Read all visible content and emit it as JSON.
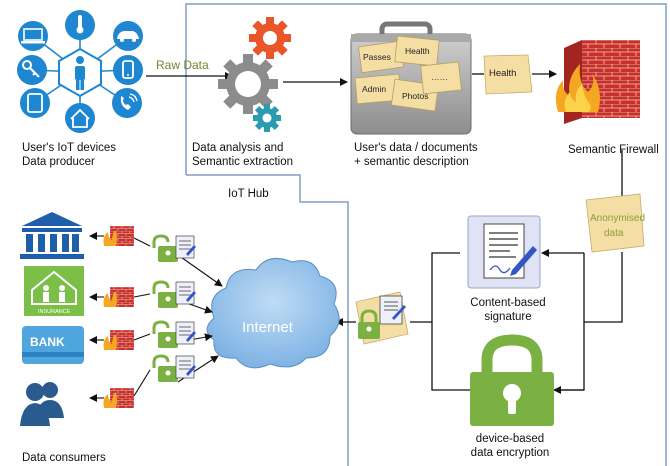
{
  "labels": {
    "raw_data": "Raw Data",
    "user_iot_devices": "User's IoT devices",
    "data_producer": "Data producer",
    "data_analysis": "Data analysis and",
    "semantic_extraction": "Semantic extraction",
    "user_data_documents": "User's data / documents",
    "semantic_description": "+ semantic description",
    "semantic_firewall": "Semantic Firewall",
    "iot_hub": "IoT Hub",
    "anonymised": "Anonymised",
    "data_word": "data",
    "content_based": "Content-based",
    "signature": "signature",
    "device_based": "device-based",
    "data_encryption": "data encryption",
    "internet": "Internet",
    "data_consumers": "Data consumers",
    "health_tag": "Health",
    "bank": "BANK",
    "insurance": "INSURANCE"
  },
  "briefcase_docs": [
    "Passes",
    "Health",
    "Admin",
    "Photos",
    "……"
  ],
  "colors": {
    "hub_border": "#7f9fc6",
    "iot_blue": "#1f86d1",
    "gear_orange": "#e8562a",
    "gear_gray": "#8c8c8c",
    "gear_teal": "#2a9bb0",
    "paper_tan": "#f4dea3",
    "firewall_red": "#d9352b",
    "lock_green": "#7bb142",
    "cloud_blue": "#8fc0ea",
    "consumer_blue": "#2b5b8e",
    "insurance_green": "#7bbf48"
  }
}
